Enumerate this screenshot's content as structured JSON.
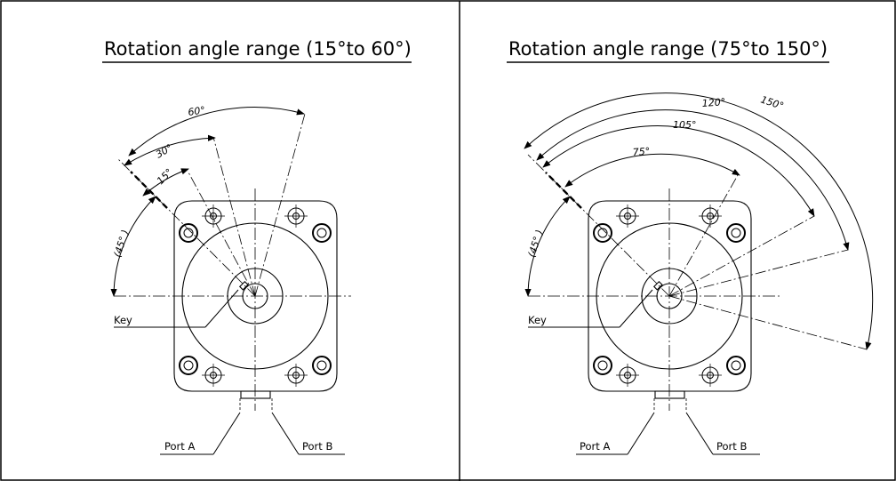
{
  "panels": [
    {
      "title": "Rotation angle range (15°to 60°)",
      "key_label": "Key",
      "port_a_label": "Port A",
      "port_b_label": "Port B",
      "reference_angle_label": "(45°  )",
      "angle_labels": [
        "15°",
        "30°",
        "60°"
      ]
    },
    {
      "title": "Rotation angle range (75°to 150°)",
      "key_label": "Key",
      "port_a_label": "Port A",
      "port_b_label": "Port B",
      "reference_angle_label": "(45°  )",
      "angle_labels": [
        "75°",
        "105°",
        "120°",
        "150°"
      ]
    }
  ]
}
